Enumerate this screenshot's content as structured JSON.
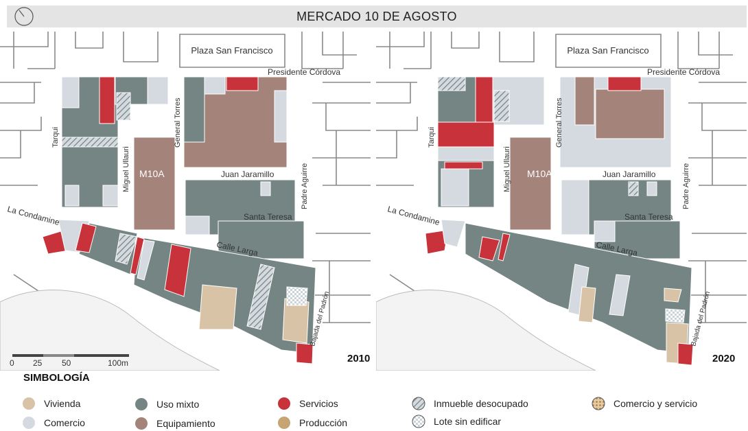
{
  "header": {
    "title": "MERCADO 10 DE AGOSTO"
  },
  "colors": {
    "vivienda": "#d9c3a6",
    "comercio": "#d4dadf",
    "uso_mixto": "#748583",
    "equipamiento": "#a3837a",
    "servicios": "#c8323a",
    "produccion": "#c6a473",
    "street": "#888888",
    "header_bg": "#e4e4e4"
  },
  "maps": [
    {
      "year": "2010",
      "labels": {
        "plaza": "Plaza San Francisco",
        "presidente": "Presidente Córdova",
        "general_torres": "General Torres",
        "tarqui": "Tarqui",
        "miguel_ullauri": "Miguel Ullauri",
        "juan_jaramillo": "Juan Jaramillo",
        "padre_aguirre": "Padre Aguirre",
        "santa_teresa": "Santa Teresa",
        "la_condamine": "La Condamine",
        "calle_larga": "Calle Larga",
        "bajada": "Bajada del Padrón",
        "m10a": "M10A"
      }
    },
    {
      "year": "2020",
      "labels": {
        "plaza": "Plaza San Francisco",
        "presidente": "Presidente Córdova",
        "general_torres": "General Torres",
        "tarqui": "Tarqui",
        "miguel_ullauri": "Miguel Ullauri",
        "juan_jaramillo": "Juan Jaramillo",
        "padre_aguirre": "Padre Aguirre",
        "santa_teresa": "Santa Teresa",
        "la_condamine": "La Condamine",
        "calle_larga": "Calle Larga",
        "bajada": "Bajada del Padrón",
        "m10a": "M10A"
      }
    }
  ],
  "scale": {
    "labels": [
      "0",
      "25",
      "50",
      "100m"
    ]
  },
  "legend": {
    "title": "SIMBOLOGÍA",
    "items": [
      {
        "label": "Vivienda",
        "icon": "solid-vivienda"
      },
      {
        "label": "Comercio",
        "icon": "solid-comercio"
      },
      {
        "label": "Uso mixto",
        "icon": "solid-uso-mixto"
      },
      {
        "label": "Equipamiento",
        "icon": "solid-equipamiento"
      },
      {
        "label": "Servicios",
        "icon": "solid-servicios"
      },
      {
        "label": "Producción",
        "icon": "solid-produccion"
      },
      {
        "label": "Inmueble desocupado",
        "icon": "hatched"
      },
      {
        "label": "Lote sin edificar",
        "icon": "checkered"
      },
      {
        "label": "Comercio y servicio",
        "icon": "dotted"
      }
    ]
  }
}
